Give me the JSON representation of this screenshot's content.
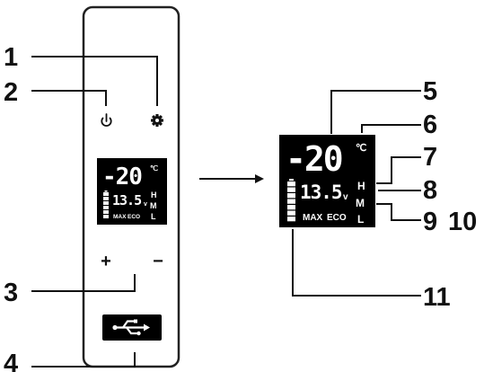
{
  "colors": {
    "ink": "#111111",
    "lcd_bg": "#000000",
    "lcd_fg": "#ffffff",
    "panel_border": "#222222"
  },
  "callouts": {
    "c1": "1",
    "c2": "2",
    "c3": "3",
    "c4": "4",
    "c5": "5",
    "c6": "6",
    "c7": "7",
    "c8": "8",
    "c9": "9",
    "c10": "10",
    "c11": "11"
  },
  "panel": {
    "power_icon": "power-icon",
    "settings_icon": "gear-icon",
    "plus_label": "+",
    "minus_label": "−",
    "usb_icon": "usb-icon"
  },
  "small_display": {
    "temperature": "-20",
    "temp_unit": "℃",
    "voltage": "13.5",
    "voltage_unit": "v",
    "mode_max": "MAX",
    "mode_eco": "ECO",
    "level_h": "H",
    "level_m": "M",
    "level_l": "L"
  },
  "large_display": {
    "temperature": "-20",
    "temp_unit": "℃",
    "voltage": "13.5",
    "voltage_unit": "v",
    "mode_max": "MAX",
    "mode_eco": "ECO",
    "level_h": "H",
    "level_m": "M",
    "level_l": "L"
  }
}
